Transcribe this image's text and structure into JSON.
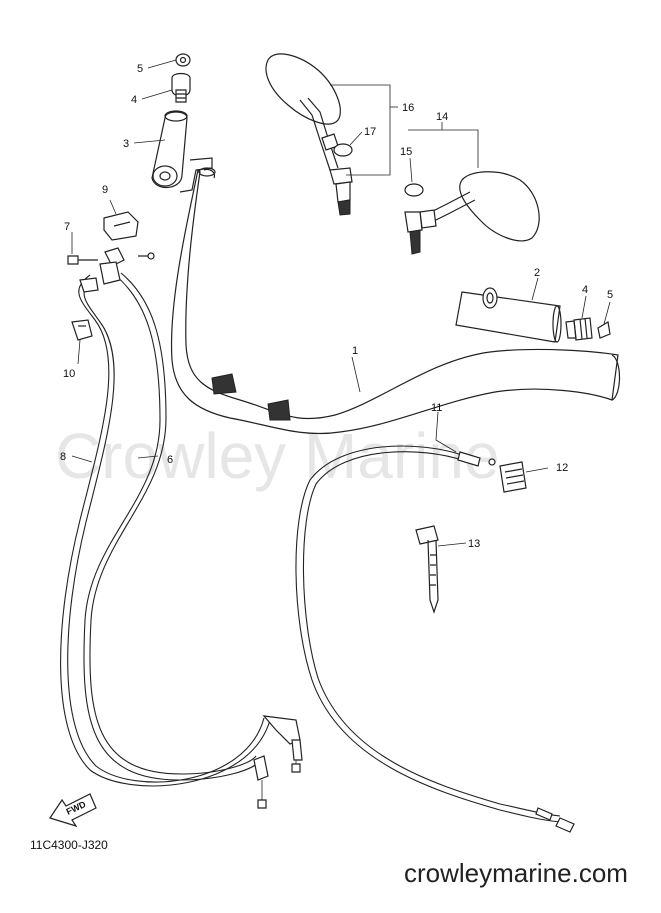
{
  "watermark": "Crowley Marine",
  "diagram_code": "11C4300-J320",
  "site_url": "crowleymarine.com",
  "fwd_label": "FWD",
  "callouts": {
    "c1": "1",
    "c2": "2",
    "c3": "3",
    "c4a": "4",
    "c4b": "4",
    "c5a": "5",
    "c5b": "5",
    "c6": "6",
    "c7": "7",
    "c8": "8",
    "c9": "9",
    "c10": "10",
    "c11": "11",
    "c12": "12",
    "c13": "13",
    "c14": "14",
    "c15": "15",
    "c16": "16",
    "c17": "17"
  }
}
